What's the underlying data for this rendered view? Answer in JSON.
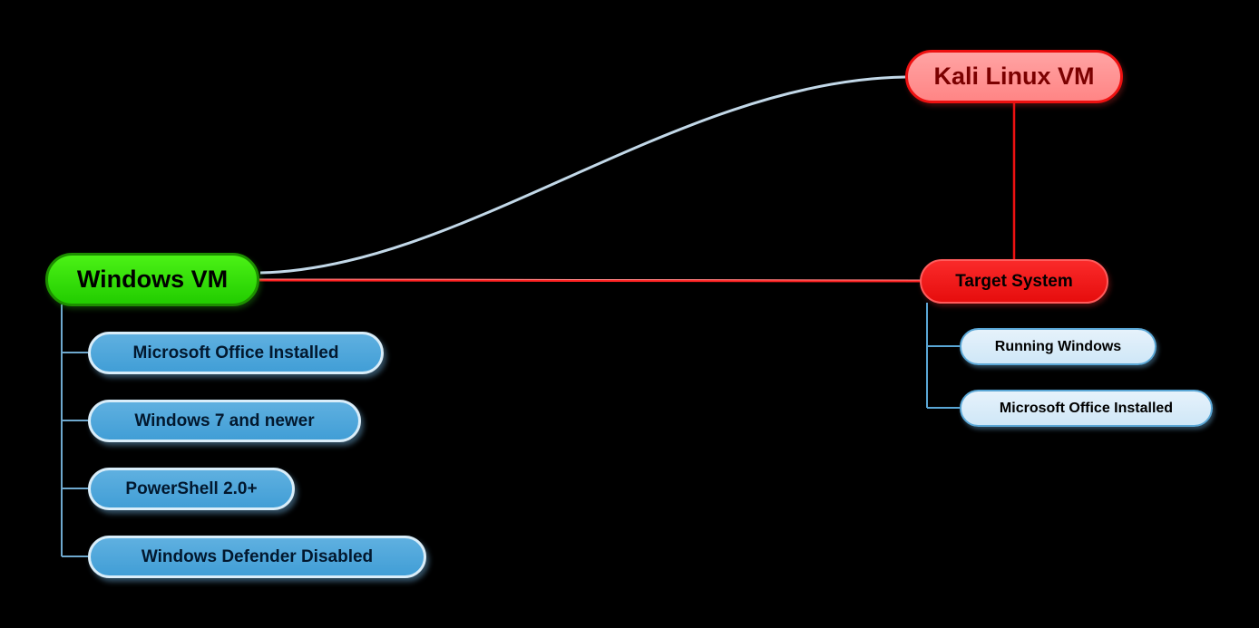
{
  "diagram": {
    "title": "VM attack-lab mind map",
    "background_color": "#000000",
    "nodes": {
      "kali": {
        "label": "Kali Linux VM",
        "fill": "#ff8f8f",
        "border": "#ee1111",
        "text_color": "#7b0000"
      },
      "windows": {
        "label": "Windows VM",
        "fill": "#33dd00",
        "border": "#1d8f00",
        "text_color": "#000000"
      },
      "target": {
        "label": "Target System",
        "fill": "#ee1111",
        "border": "#ff5c5c",
        "text_color": "#000000"
      }
    },
    "windows_children": [
      {
        "label": "Microsoft Office Installed"
      },
      {
        "label": "Windows 7 and newer"
      },
      {
        "label": "PowerShell 2.0+"
      },
      {
        "label": "Windows Defender Disabled"
      }
    ],
    "target_children": [
      {
        "label": "Running Windows"
      },
      {
        "label": "Microsoft Office Installed"
      }
    ],
    "edges": {
      "windows_to_kali_color": "#c2d8e8",
      "windows_to_target_color": "#ff2222",
      "kali_to_target_color": "#ee1111",
      "child_connector_color": "#6fa9cf"
    }
  }
}
